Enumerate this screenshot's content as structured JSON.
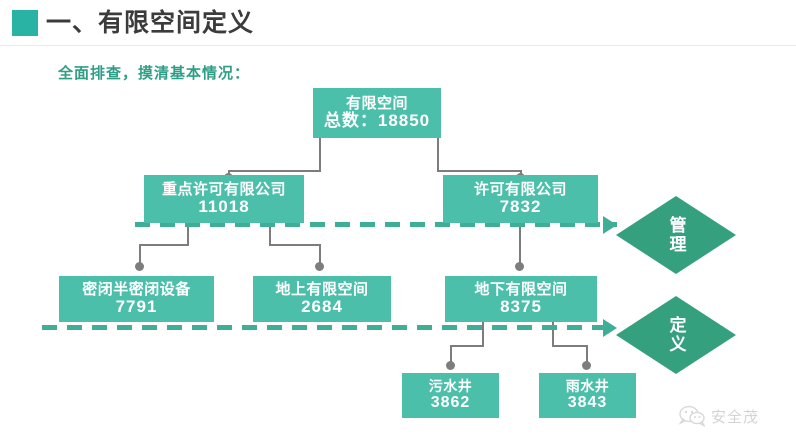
{
  "header": {
    "title": "一、有限空间定义",
    "bullet_color": "#29b3a5",
    "bullet_icon": "square-bullet-icon"
  },
  "subtitle": "全面排查，摸清基本情况：",
  "theme": {
    "node_fill": "#4cbfab",
    "diamond_fill": "#35a07e",
    "dashed_line_color": "#3fae97",
    "connector_color": "#7d7d7d",
    "text_color": "#ffffff",
    "subtitle_color": "#2f9e86"
  },
  "diagram": {
    "type": "org-tree",
    "nodes": [
      {
        "id": "root",
        "label": "有限空间",
        "value": "总数：18850"
      },
      {
        "id": "key-company",
        "label": "重点许可有限公司",
        "value": "11018"
      },
      {
        "id": "company",
        "label": "许可有限公司",
        "value": "7832"
      },
      {
        "id": "sealed",
        "label": "密闭半密闭设备",
        "value": "7791"
      },
      {
        "id": "above",
        "label": "地上有限空间",
        "value": "2684"
      },
      {
        "id": "below",
        "label": "地下有限空间",
        "value": "8375"
      },
      {
        "id": "sewage",
        "label": "污水井",
        "value": "3862"
      },
      {
        "id": "rain",
        "label": "雨水井",
        "value": "3843"
      }
    ],
    "edges": [
      {
        "from": "root",
        "to": "key-company"
      },
      {
        "from": "root",
        "to": "company"
      },
      {
        "from": "key-company",
        "to": "sealed"
      },
      {
        "from": "key-company",
        "to": "above"
      },
      {
        "from": "company",
        "to": "below"
      },
      {
        "from": "below",
        "to": "sewage"
      },
      {
        "from": "below",
        "to": "rain"
      }
    ],
    "bands": [
      {
        "id": "band-manage",
        "label": "管理"
      },
      {
        "id": "band-define",
        "label": "定义"
      }
    ]
  },
  "watermark": {
    "text": "安全茂",
    "icon": "wechat-icon"
  }
}
